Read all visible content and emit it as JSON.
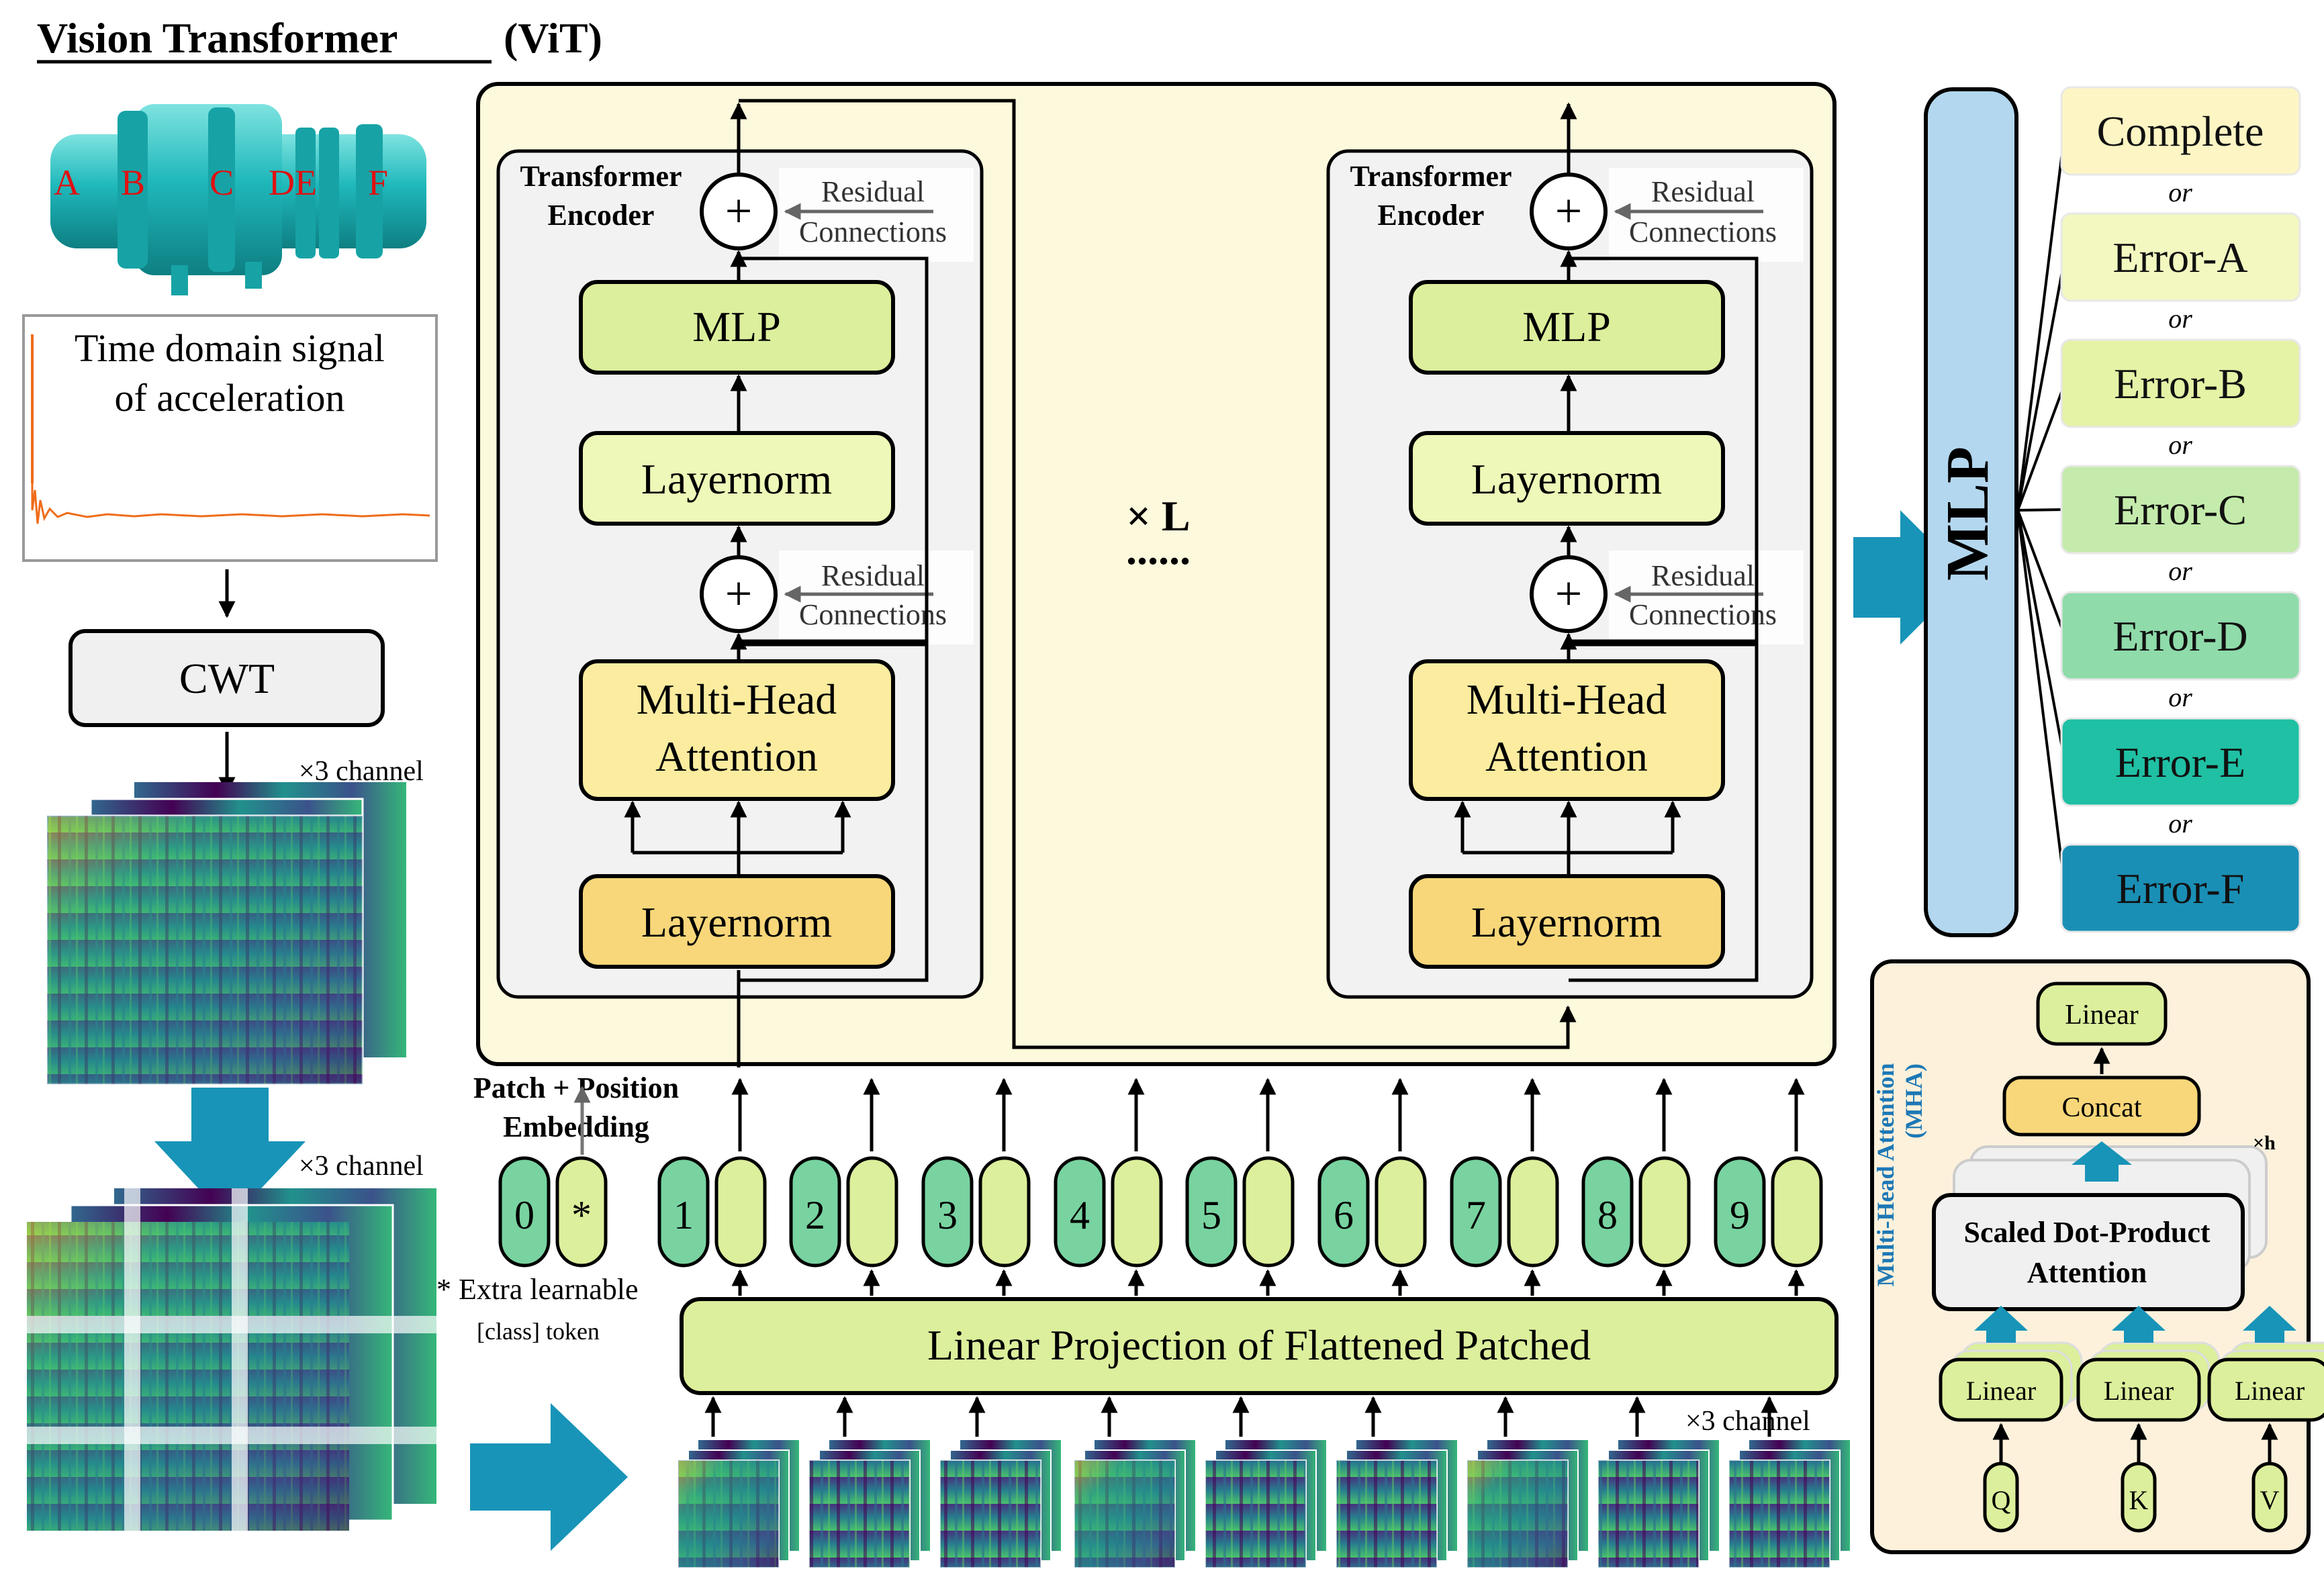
{
  "title": "Vision Transformer",
  "title_suffix": "(ViT)",
  "pipe_labels": [
    "A",
    "B",
    "C",
    "DE",
    "F"
  ],
  "signal": {
    "line1": "Time domain signal",
    "line2": "of acceleration"
  },
  "cwt": "CWT",
  "channel_label": "×3 channel",
  "encoder": {
    "title_line1": "Transformer",
    "title_line2": "Encoder",
    "mlp": "MLP",
    "layernorm": "Layernorm",
    "mha_line1": "Multi-Head",
    "mha_line2": "Attention",
    "residual_line1": "Residual",
    "residual_line2": "Connections",
    "plus": "+"
  },
  "repeat": {
    "times": "× L",
    "dots": "......"
  },
  "embedding": {
    "label_line1": "Patch + Position",
    "label_line2": "Embedding",
    "tokens": [
      "0",
      "*",
      "1",
      "2",
      "3",
      "4",
      "5",
      "6",
      "7",
      "8",
      "9"
    ],
    "extra_line1": "* Extra learnable",
    "extra_line2": "[class] token"
  },
  "projection": "Linear Projection of Flattened Patched",
  "head_mlp": "MLP",
  "outputs": [
    {
      "label": "Complete",
      "color": "#fdf6c4"
    },
    {
      "label": "Error-A",
      "color": "#f3f8c0"
    },
    {
      "label": "Error-B",
      "color": "#e4f3a6"
    },
    {
      "label": "Error-C",
      "color": "#c4ebab"
    },
    {
      "label": "Error-D",
      "color": "#8fdbaa"
    },
    {
      "label": "Error-E",
      "color": "#1fc0a4"
    },
    {
      "label": "Error-F",
      "color": "#1a8fb5"
    }
  ],
  "or_label": "or",
  "mha_panel": {
    "title_line1": "Multi-Head Attention",
    "title_line2": "(MHA)",
    "linear": "Linear",
    "concat": "Concat",
    "times_h": "×h",
    "sdpa_line1": "Scaled Dot-Product",
    "sdpa_line2": "Attention",
    "inputs": [
      "Q",
      "K",
      "V"
    ]
  },
  "colors": {
    "panel_bg": "#fdf9dc",
    "mha_bg": "#fdf1dc",
    "lime": "#dcef9c",
    "yellow": "#fbec9f",
    "orange": "#f8d77a",
    "cyan_arrow": "#1894b8",
    "mlp_blue": "#b3d7ee",
    "pipe": "#1fb8bb",
    "token_green": "#78d3a0"
  }
}
